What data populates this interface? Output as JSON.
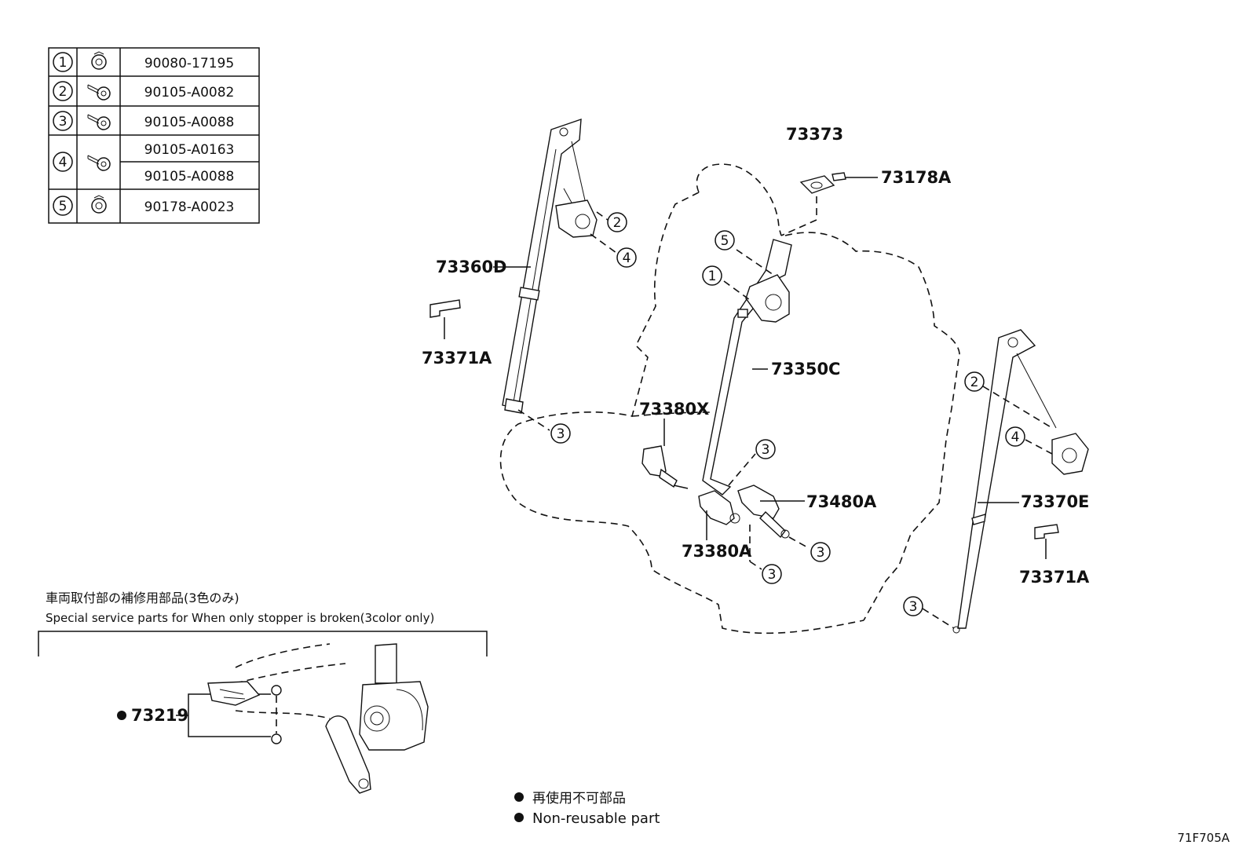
{
  "bolt_table": {
    "rows": [
      {
        "mark": "1",
        "icon": "nut-icon",
        "parts": [
          "90080-17195"
        ]
      },
      {
        "mark": "2",
        "icon": "bolt-icon",
        "parts": [
          "90105-A0082"
        ]
      },
      {
        "mark": "3",
        "icon": "bolt-icon",
        "parts": [
          "90105-A0088"
        ]
      },
      {
        "mark": "4",
        "icon": "bolt-icon",
        "parts": [
          "90105-A0163",
          "90105-A0088"
        ]
      },
      {
        "mark": "5",
        "icon": "nut-icon",
        "parts": [
          "90178-A0023"
        ]
      }
    ]
  },
  "part_labels": {
    "p73360D": "73360D",
    "p73371A_left": "73371A",
    "p73373": "73373",
    "p73178A": "73178A",
    "p73350C": "73350C",
    "p73380X": "73380X",
    "p73480A": "73480A",
    "p73380A": "73380A",
    "p73370E": "73370E",
    "p73371A_right": "73371A",
    "p73219": "73219"
  },
  "callouts": {
    "c2_left": "2",
    "c4_left": "4",
    "c3_left": "3",
    "c5_center": "5",
    "c1_center": "1",
    "c3_center_upper": "3",
    "c3_center_right": "3",
    "c3_center_lower": "3",
    "c2_right": "2",
    "c4_right": "4",
    "c3_right": "3"
  },
  "service_note": {
    "title_jp": "車両取付部の補修用部品(3色のみ)",
    "title_en": "Special service parts for When only stopper is broken(3color only)"
  },
  "legend": {
    "symbol": "●",
    "jp": "再使用不可部品",
    "en": "Non-reusable part"
  },
  "diagram_code": "71F705A"
}
